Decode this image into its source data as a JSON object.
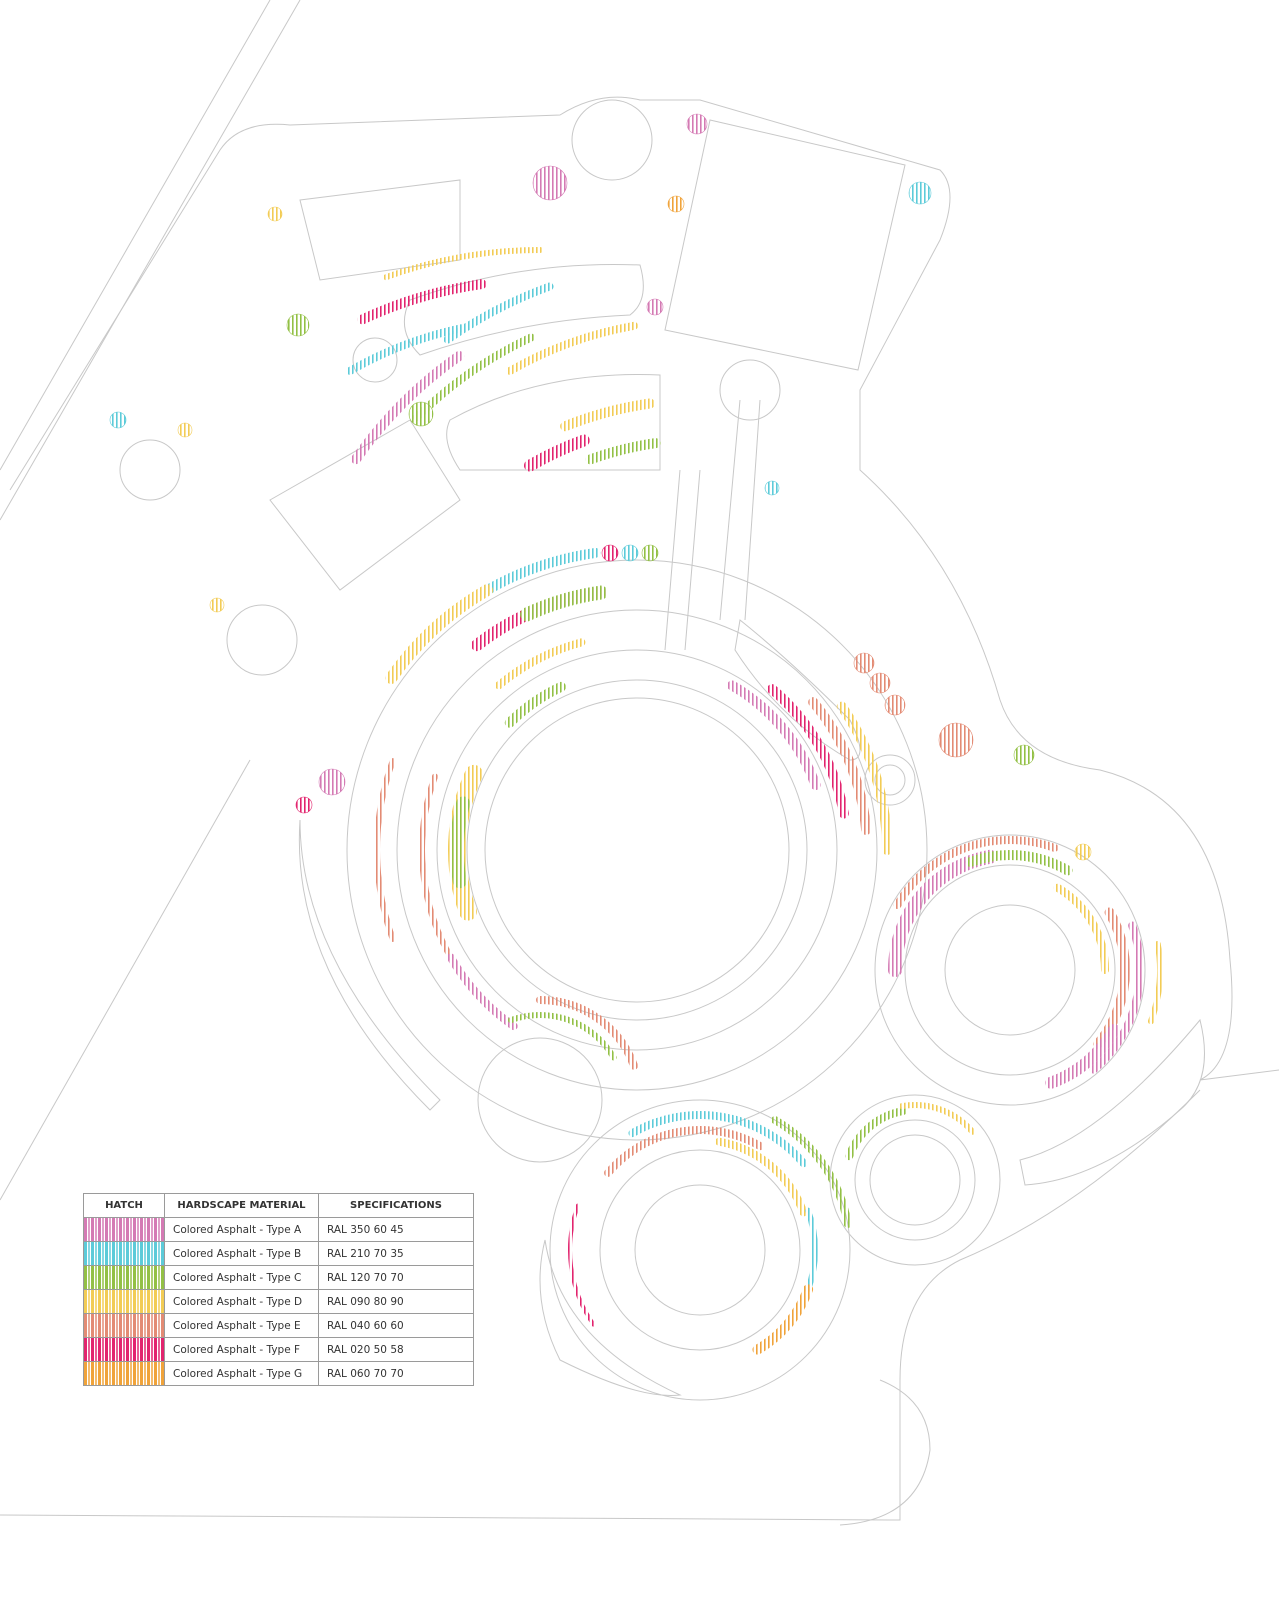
{
  "legend": {
    "headers": {
      "hatch": "HATCH",
      "material": "HARDSCAPE MATERIAL",
      "spec": "SPECIFICATIONS"
    },
    "rows": [
      {
        "material": "Colored Asphalt - Type A",
        "spec": "RAL 350 60 45",
        "color": "#d47ab4"
      },
      {
        "material": "Colored Asphalt - Type B",
        "spec": "RAL 210 70 35",
        "color": "#5ccbd9"
      },
      {
        "material": "Colored Asphalt - Type C",
        "spec": "RAL 120 70 70",
        "color": "#93c045"
      },
      {
        "material": "Colored Asphalt - Type D",
        "spec": "RAL 090 80 90",
        "color": "#f2cc55"
      },
      {
        "material": "Colored Asphalt - Type E",
        "spec": "RAL 040 60 60",
        "color": "#e38b74"
      },
      {
        "material": "Colored Asphalt - Type F",
        "spec": "RAL 020 50 58",
        "color": "#e2246e"
      },
      {
        "material": "Colored Asphalt - Type G",
        "spec": "RAL 060 70 70",
        "color": "#f0a33a"
      }
    ]
  }
}
